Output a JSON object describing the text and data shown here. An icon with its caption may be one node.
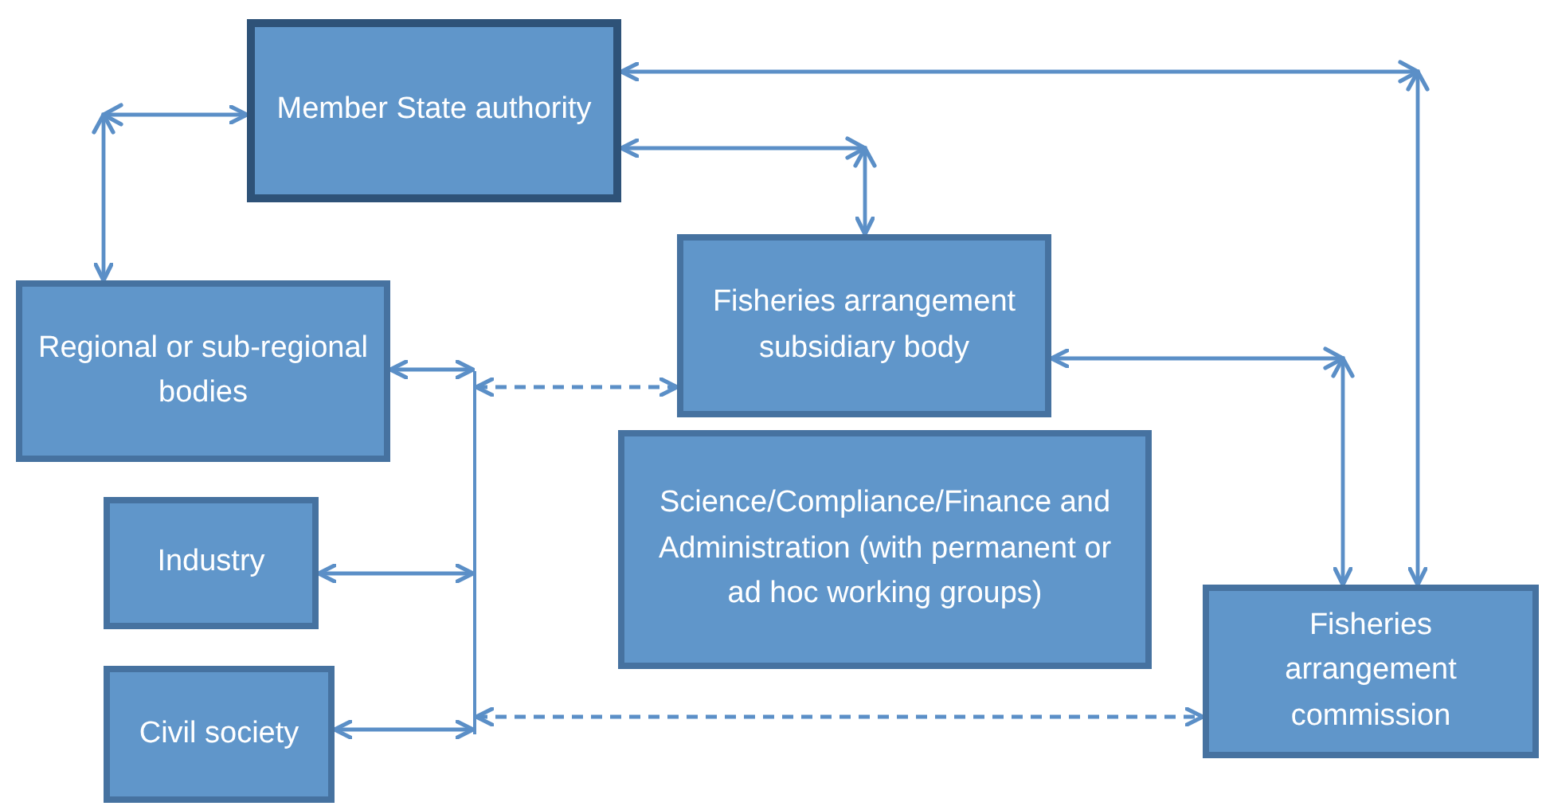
{
  "diagram": {
    "nodes": [
      {
        "text": [
          "Member State authority"
        ]
      },
      {
        "text": [
          "Fisheries arrangement subsidiary body"
        ]
      },
      {
        "text": [
          "Regional or sub-regional bodies"
        ]
      },
      {
        "text": [
          "Science/Compliance/Finance and Administration (with permanent or ad hoc working groups)"
        ]
      },
      {
        "text": [
          "Industry"
        ]
      },
      {
        "text": [
          "Civil society"
        ]
      },
      {
        "text": [
          "Fisheries arrangement commission"
        ]
      },
      {
        "text": [],
        "shape": "bar"
      }
    ],
    "edges": [
      {
        "from": 0,
        "to": 2,
        "arrow": "both"
      },
      {
        "from": 0,
        "to": 1,
        "arrow": "both"
      },
      {
        "from": 0,
        "to": 6,
        "arrow": "both"
      },
      {
        "from": 1,
        "to": 6,
        "arrow": "both"
      },
      {
        "from": 2,
        "to": 7,
        "arrow": "both"
      },
      {
        "from": 4,
        "to": 7,
        "arrow": "both"
      },
      {
        "from": 5,
        "to": 7,
        "arrow": "both"
      },
      {
        "from": 7,
        "to": 1,
        "arrow": "both",
        "style": "dashed"
      },
      {
        "from": 7,
        "to": 6,
        "arrow": "both",
        "style": "dashed"
      }
    ]
  }
}
